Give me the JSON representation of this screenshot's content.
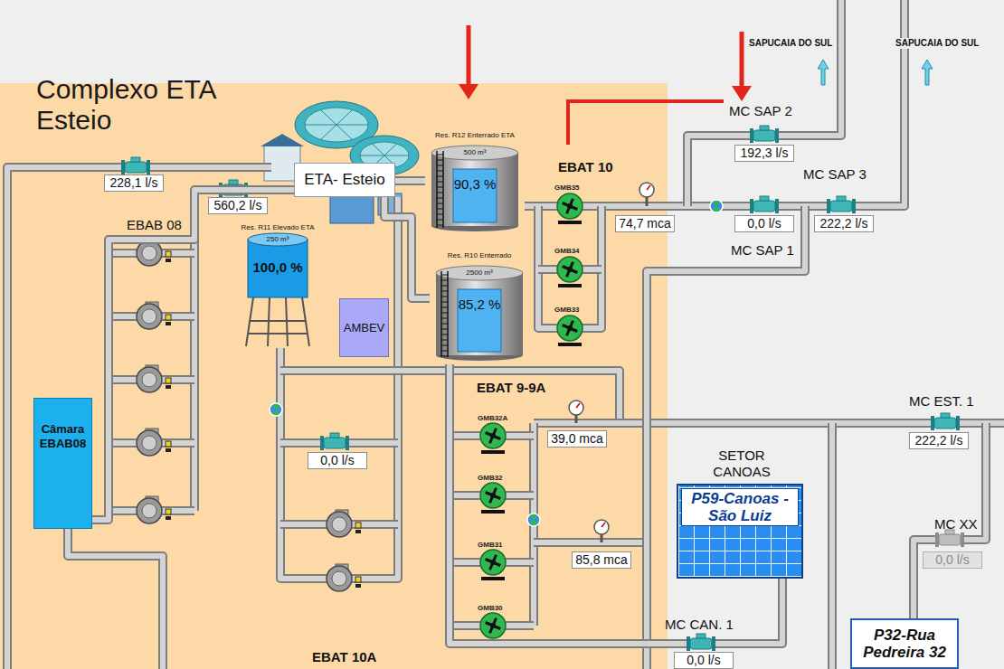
{
  "diagram": {
    "nodes": [
      {
        "text": [
          "Complexo ETA Esteio"
        ]
      },
      {
        "text": [
          "ETA- Esteio"
        ],
        "in": 0
      },
      {
        "text": [
          "Res. R12 Enterrado ETA",
          "500 m³",
          "90,3 %"
        ],
        "in": 0
      },
      {
        "text": [
          "Res. R11 Elevado ETA",
          "250 m³",
          "100,0 %"
        ],
        "in": 0
      },
      {
        "text": [
          "Res. R10 Enterrado",
          "2500 m³",
          "85,2 %"
        ],
        "in": 0
      },
      {
        "text": [
          "AMBEV"
        ],
        "in": 0
      },
      {
        "text": [
          "Câmara EBAB08"
        ],
        "in": 0
      },
      {
        "text": [
          "SETOR CANOAS",
          "P59-Canoas - São Luiz"
        ]
      },
      {
        "text": [
          "P32-Rua Pedreira 32"
        ]
      }
    ],
    "edges": [
      {
        "from": 6,
        "to": 1,
        "arrow": "none"
      },
      {
        "from": 1,
        "to": 2,
        "arrow": "none"
      },
      {
        "from": 1,
        "to": 4,
        "arrow": "none"
      },
      {
        "from": 4,
        "to": 7,
        "arrow": "none"
      }
    ],
    "labels": [
      "SAPUCAIA DO SUL",
      "SAPUCAIA DO SUL",
      "MC SAP 2",
      "192,3 l/s",
      "EBAT 10",
      "228,1 l/s",
      "560,2 l/s",
      "EBAB 08",
      "GMB35",
      "GMB34",
      "GMB33",
      "74,7 mca",
      "MC SAP 3",
      "0,0 l/s",
      "222,2 l/s",
      "MC SAP 1",
      "EBAT 9-9A",
      "GMB32A",
      "GMB32",
      "GMB31",
      "GMB30",
      "39,0 mca",
      "85,8 mca",
      "0,0 l/s",
      "EBAT 10A",
      "MC EST. 1",
      "222,2 l/s",
      "MC XX",
      "0,0 l/s",
      "MC CAN. 1",
      "0,0 l/s"
    ]
  }
}
